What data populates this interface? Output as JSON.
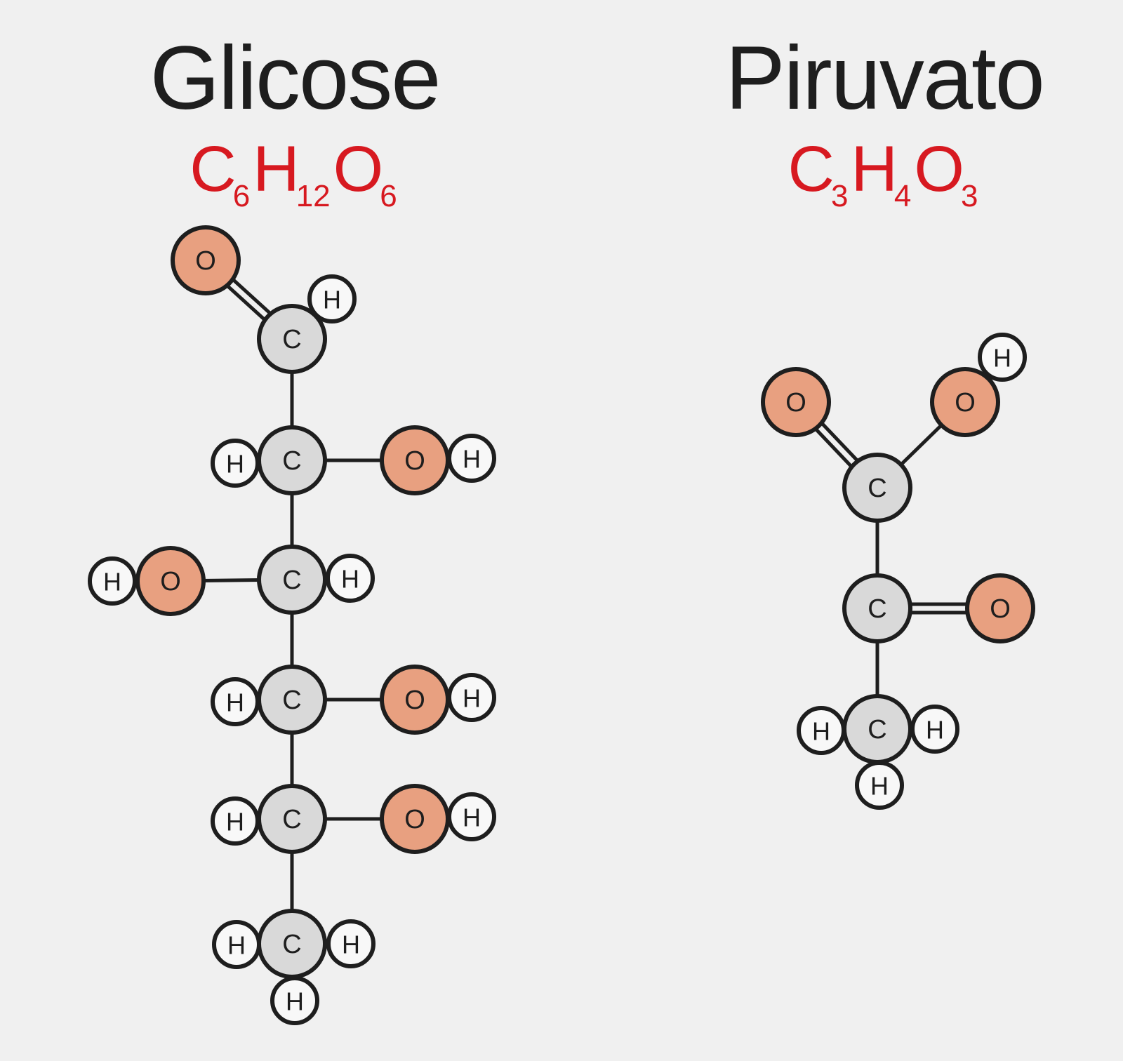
{
  "glucose": {
    "name": "Glicose",
    "formula": [
      {
        "el": "C",
        "n": "6"
      },
      {
        "el": "H",
        "n": "12"
      },
      {
        "el": "O",
        "n": "6"
      }
    ]
  },
  "pyruvate": {
    "name": "Piruvato",
    "formula": [
      {
        "el": "C",
        "n": "3"
      },
      {
        "el": "H",
        "n": "4"
      },
      {
        "el": "O",
        "n": "3"
      }
    ]
  },
  "atom_labels": {
    "C": "C",
    "H": "H",
    "O": "O"
  },
  "colors": {
    "formula": "#d71920",
    "carbon": "#d9d9d9",
    "oxygen": "#e8a080",
    "hydrogen": "#f8f8f8",
    "outline": "#1e1e1e"
  }
}
